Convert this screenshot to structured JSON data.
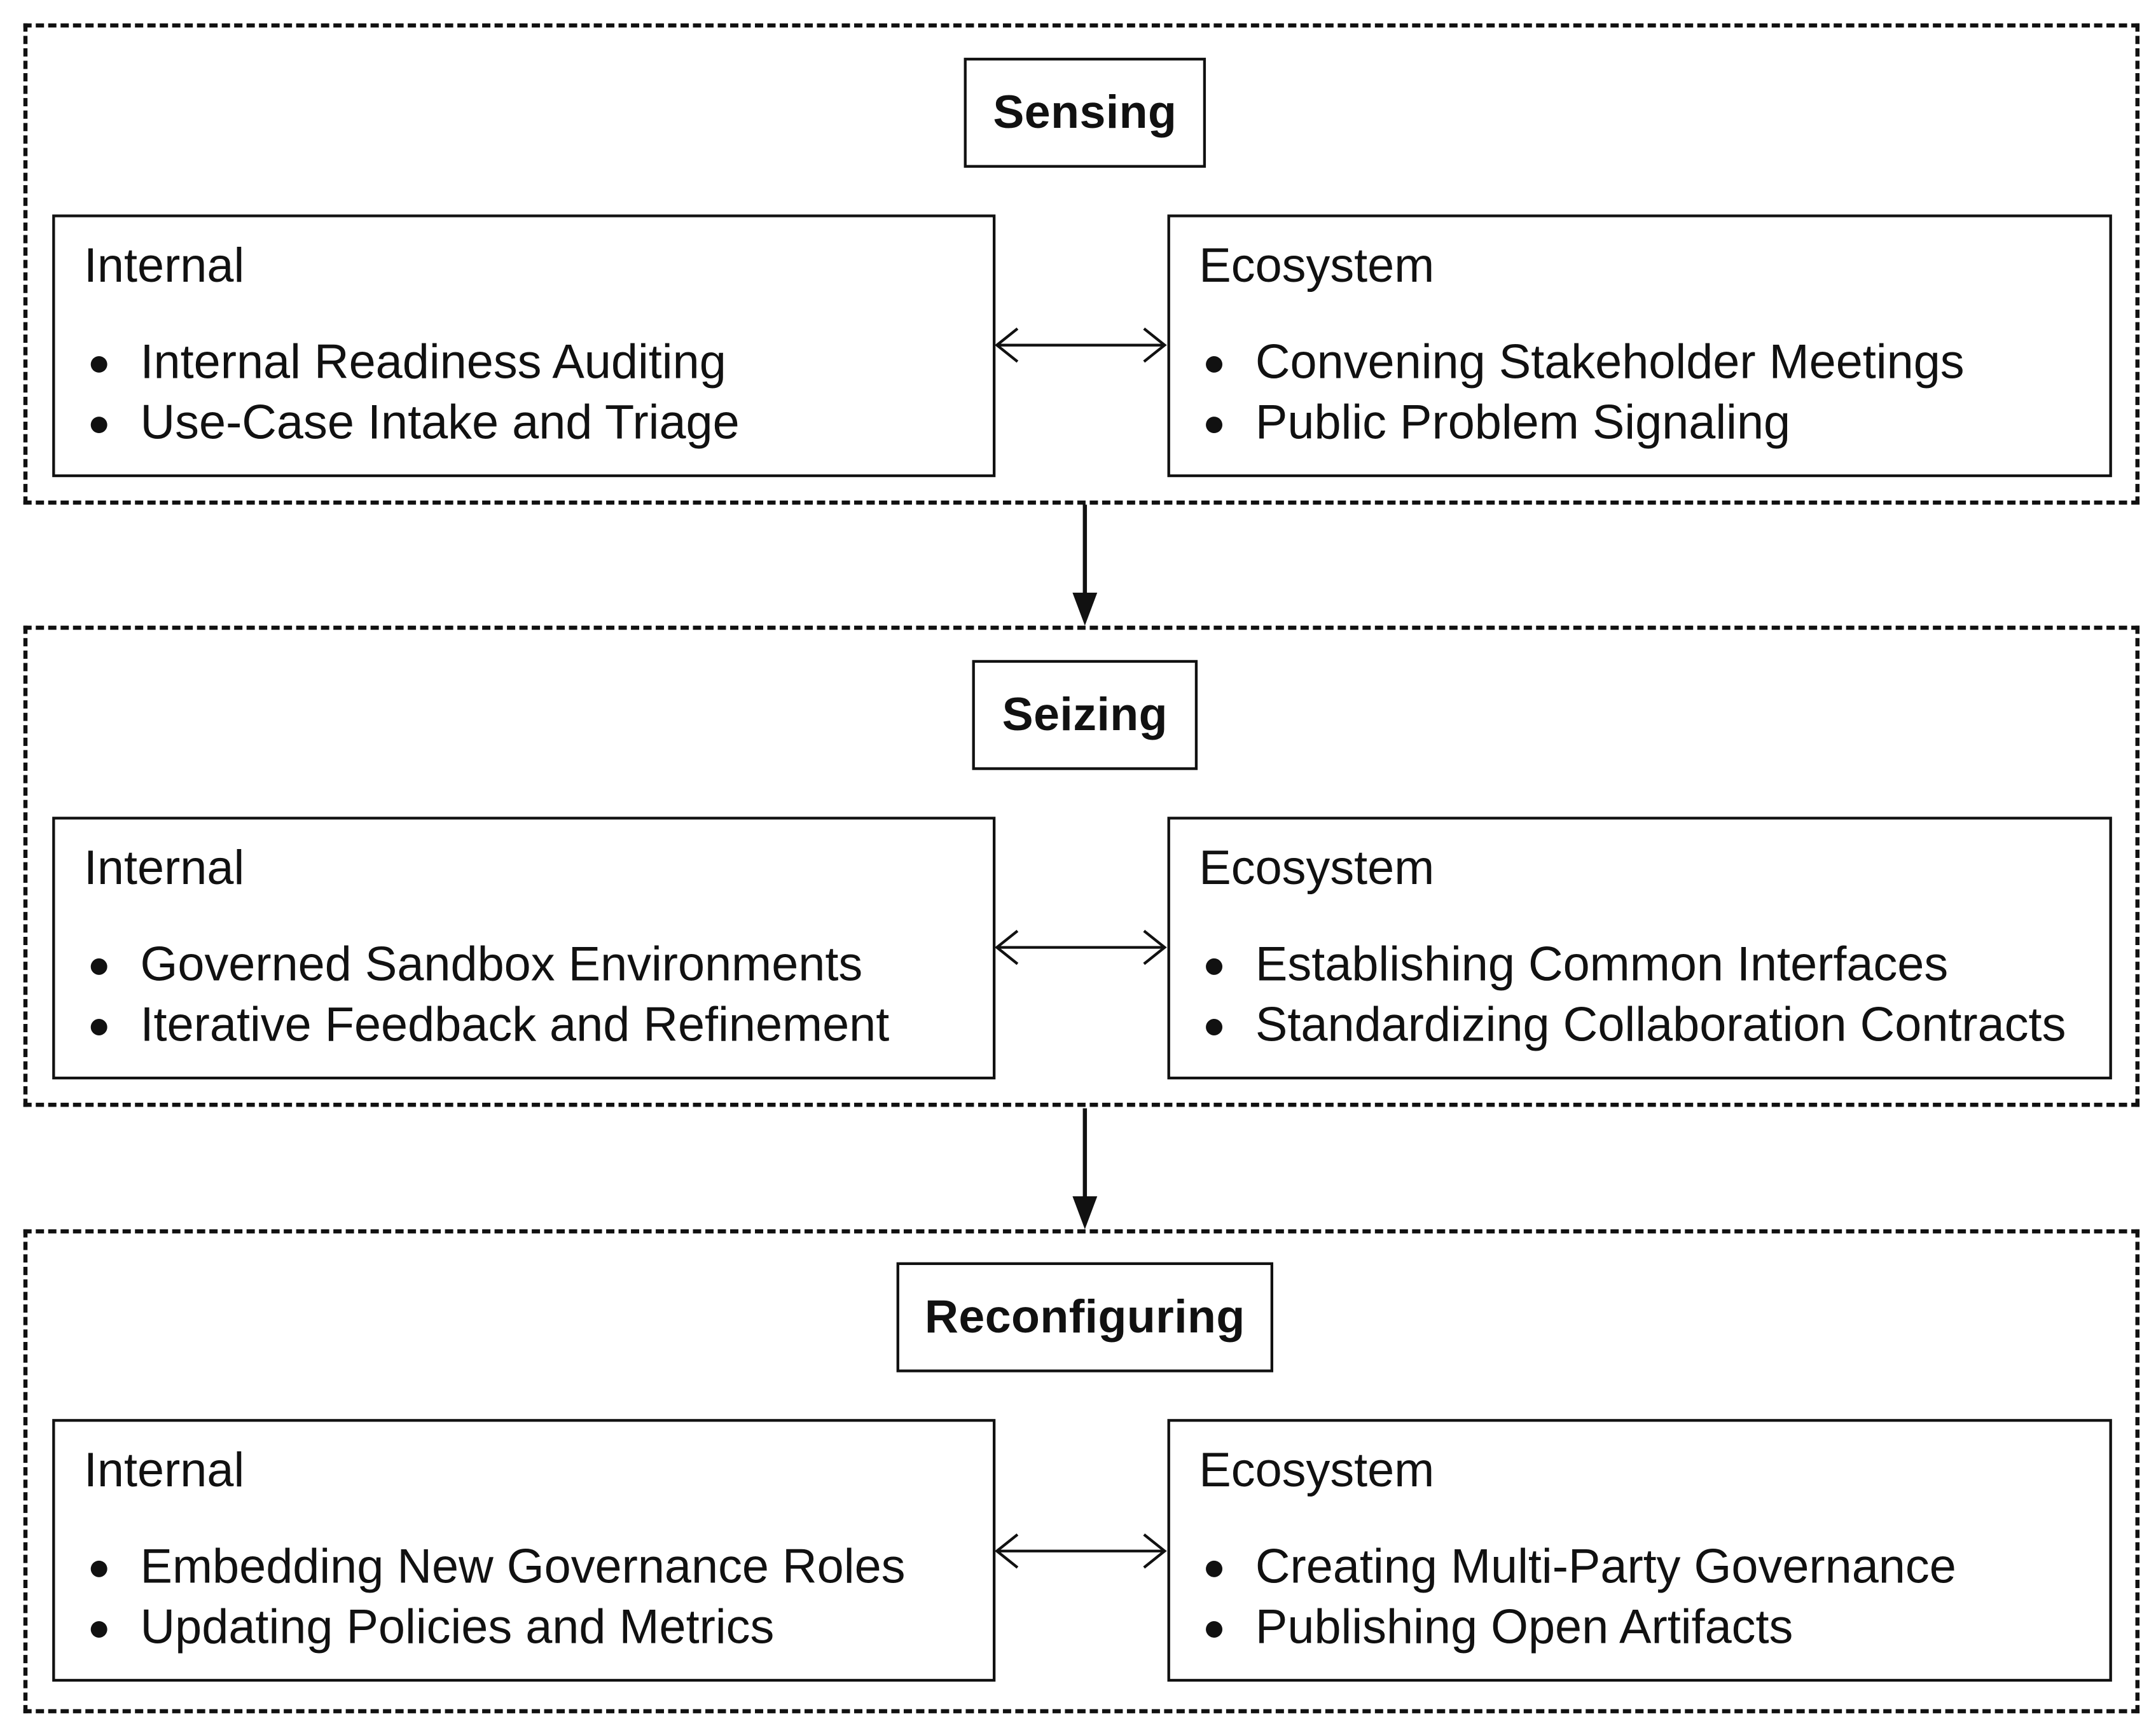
{
  "phases": [
    {
      "title": "Sensing",
      "internal": {
        "heading": "Internal",
        "items": [
          "Internal Readiness Auditing",
          "Use-Case Intake and Triage"
        ]
      },
      "ecosystem": {
        "heading": "Ecosystem",
        "items": [
          "Convening Stakeholder Meetings",
          "Public Problem Signaling"
        ]
      }
    },
    {
      "title": "Seizing",
      "internal": {
        "heading": "Internal",
        "items": [
          "Governed Sandbox Environments",
          "Iterative Feedback and Refinement"
        ]
      },
      "ecosystem": {
        "heading": "Ecosystem",
        "items": [
          "Establishing Common Interfaces",
          "Standardizing Collaboration Contracts"
        ]
      }
    },
    {
      "title": "Reconfiguring",
      "internal": {
        "heading": "Internal",
        "items": [
          "Embedding New Governance Roles",
          "Updating Policies and Metrics"
        ]
      },
      "ecosystem": {
        "heading": "Ecosystem",
        "items": [
          "Creating Multi-Party Governance",
          "Publishing Open Artifacts"
        ]
      }
    }
  ]
}
